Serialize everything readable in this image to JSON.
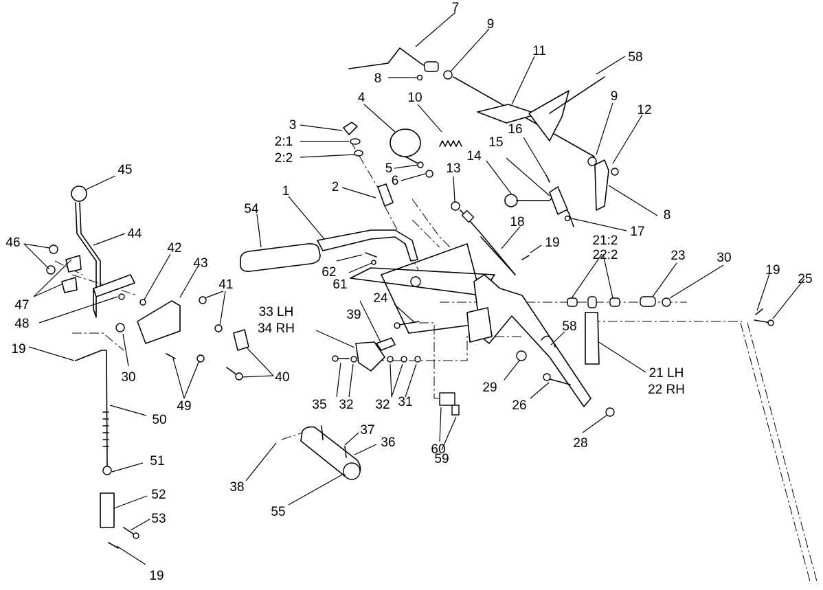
{
  "callouts": [
    {
      "id": "c7",
      "text": "7"
    },
    {
      "id": "c9a",
      "text": "9"
    },
    {
      "id": "c8a",
      "text": "8"
    },
    {
      "id": "c11",
      "text": "11"
    },
    {
      "id": "c58a",
      "text": "58"
    },
    {
      "id": "c4",
      "text": "4"
    },
    {
      "id": "c10",
      "text": "10"
    },
    {
      "id": "c3",
      "text": "3"
    },
    {
      "id": "c21",
      "text": "2:1"
    },
    {
      "id": "c22",
      "text": "2:2"
    },
    {
      "id": "c5",
      "text": "5"
    },
    {
      "id": "c6",
      "text": "6"
    },
    {
      "id": "c2",
      "text": "2"
    },
    {
      "id": "c9b",
      "text": "9"
    },
    {
      "id": "c12",
      "text": "12"
    },
    {
      "id": "c16",
      "text": "16"
    },
    {
      "id": "c15",
      "text": "15"
    },
    {
      "id": "c14",
      "text": "14"
    },
    {
      "id": "c13",
      "text": "13"
    },
    {
      "id": "c8b",
      "text": "8"
    },
    {
      "id": "c17",
      "text": "17"
    },
    {
      "id": "c45",
      "text": "45"
    },
    {
      "id": "c54",
      "text": "54"
    },
    {
      "id": "c1",
      "text": "1"
    },
    {
      "id": "c18",
      "text": "18"
    },
    {
      "id": "c19a",
      "text": "19"
    },
    {
      "id": "c212",
      "text": "21:2"
    },
    {
      "id": "c222",
      "text": "22:2"
    },
    {
      "id": "c23",
      "text": "23"
    },
    {
      "id": "c30a",
      "text": "30"
    },
    {
      "id": "c44",
      "text": "44"
    },
    {
      "id": "c46",
      "text": "46"
    },
    {
      "id": "c62",
      "text": "62"
    },
    {
      "id": "c61",
      "text": "61"
    },
    {
      "id": "c19b",
      "text": "19"
    },
    {
      "id": "c25",
      "text": "25"
    },
    {
      "id": "c42",
      "text": "42"
    },
    {
      "id": "c43",
      "text": "43"
    },
    {
      "id": "c41",
      "text": "41"
    },
    {
      "id": "c47",
      "text": "47"
    },
    {
      "id": "c24",
      "text": "24"
    },
    {
      "id": "c33",
      "text": "33 LH"
    },
    {
      "id": "c34",
      "text": "34 RH"
    },
    {
      "id": "c39",
      "text": "39"
    },
    {
      "id": "c48",
      "text": "48"
    },
    {
      "id": "c19c",
      "text": "19"
    },
    {
      "id": "c30b",
      "text": "30"
    },
    {
      "id": "c40",
      "text": "40"
    },
    {
      "id": "c58b",
      "text": "58"
    },
    {
      "id": "c21lh",
      "text": "21 LH"
    },
    {
      "id": "c22rh",
      "text": "22 RH"
    },
    {
      "id": "c29",
      "text": "29"
    },
    {
      "id": "c35",
      "text": "35"
    },
    {
      "id": "c32a",
      "text": "32"
    },
    {
      "id": "c32b",
      "text": "32"
    },
    {
      "id": "c31",
      "text": "31"
    },
    {
      "id": "c49",
      "text": "49"
    },
    {
      "id": "c26",
      "text": "26"
    },
    {
      "id": "c50",
      "text": "50"
    },
    {
      "id": "c37",
      "text": "37"
    },
    {
      "id": "c36",
      "text": "36"
    },
    {
      "id": "c60",
      "text": "60"
    },
    {
      "id": "c59",
      "text": "59"
    },
    {
      "id": "c28",
      "text": "28"
    },
    {
      "id": "c51",
      "text": "51"
    },
    {
      "id": "c38",
      "text": "38"
    },
    {
      "id": "c52",
      "text": "52"
    },
    {
      "id": "c55",
      "text": "55"
    },
    {
      "id": "c53",
      "text": "53"
    },
    {
      "id": "c19d",
      "text": "19"
    }
  ]
}
